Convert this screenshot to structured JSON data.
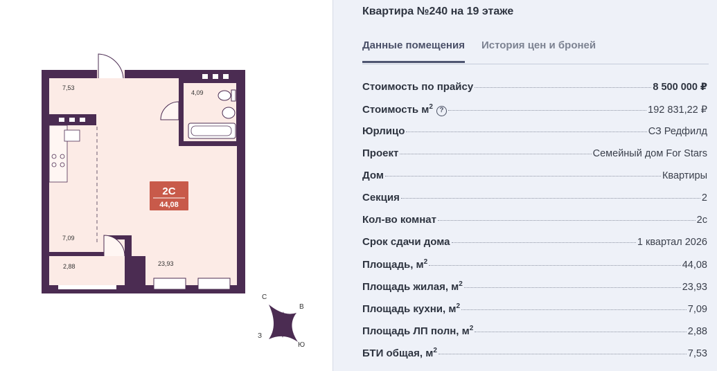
{
  "title": "Квартира №240 на 19 этаже",
  "tabs": [
    {
      "label": "Данные помещения",
      "active": true
    },
    {
      "label": "История цен и броней",
      "active": false
    }
  ],
  "props": [
    {
      "label": "Стоимость по прайсу",
      "value": "8 500 000 ₽"
    },
    {
      "label": "Стоимость м",
      "value": "192 831,22 ₽"
    },
    {
      "label": "Юрлицо",
      "value": "СЗ Редфилд"
    },
    {
      "label": "Проект",
      "value": "Семейный дом For Stars"
    },
    {
      "label": "Дом",
      "value": "Квартиры"
    },
    {
      "label": "Секция",
      "value": "2"
    },
    {
      "label": "Кол-во комнат",
      "value": "2с"
    },
    {
      "label": "Срок сдачи дома",
      "value": "1 квартал 2026"
    },
    {
      "label": "Площадь, м",
      "value": "44,08"
    },
    {
      "label": "Площадь жилая, м",
      "value": "23,93"
    },
    {
      "label": "Площадь кухни, м",
      "value": "7,09"
    },
    {
      "label": "Площадь ЛП полн, м",
      "value": "2,88"
    },
    {
      "label": "БТИ общая, м",
      "value": "7,53"
    }
  ],
  "sup2": "2",
  "help_glyph": "?",
  "plan": {
    "badge_type": "2С",
    "badge_area": "44,08",
    "area_hall": "7,53",
    "area_bath": "4,09",
    "area_kitchen": "7,09",
    "area_balcony": "2,88",
    "area_living": "23,93",
    "badge_color": "#c85a4a",
    "wall_color": "#4b2c52",
    "floor_color": "#fcebe6"
  },
  "compass": {
    "n": "С",
    "e": "В",
    "s": "Ю",
    "w": "З"
  }
}
